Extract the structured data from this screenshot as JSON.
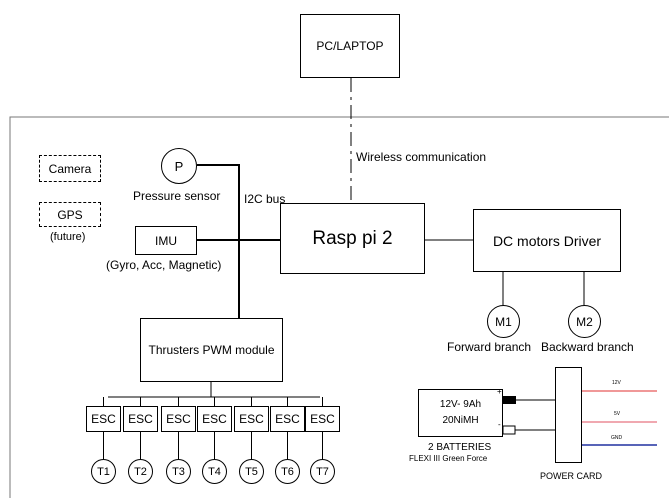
{
  "pc_label": "PC/LAPTOP",
  "wireless_label": "Wireless communication",
  "camera_label": "Camera",
  "gps_label": "GPS",
  "future_label": "(future)",
  "pressure_symbol": "P",
  "pressure_label": "Pressure sensor",
  "i2c_label": "I2C bus",
  "imu_label": "IMU",
  "imu_sub_label": "(Gyro, Acc, Magnetic)",
  "rasp_label": "Rasp pi 2",
  "dc_driver_label": "DC motors Driver",
  "motors": [
    {
      "symbol": "M1",
      "label": "Forward branch"
    },
    {
      "symbol": "M2",
      "label": "Backward branch"
    }
  ],
  "thrusters_label": "Thrusters PWM module",
  "esc_labels": [
    "ESC",
    "ESC",
    "ESC",
    "ESC",
    "ESC",
    "ESC",
    "ESC"
  ],
  "thrusters": [
    "T1",
    "T2",
    "T3",
    "T4",
    "T5",
    "T6",
    "T7"
  ],
  "battery": {
    "spec1": "12V- 9Ah",
    "spec2": "20NiMH",
    "plus": "+",
    "minus": "-",
    "title": "2 BATTERIES",
    "subtitle": "FLEXI III Green Force"
  },
  "power_card": {
    "label": "POWER CARD",
    "rails": [
      "12V",
      "5V",
      "GND"
    ]
  },
  "colors": {
    "rail_12v": "#e03030",
    "rail_5v": "#e05060",
    "rail_gnd": "#2030a0"
  }
}
